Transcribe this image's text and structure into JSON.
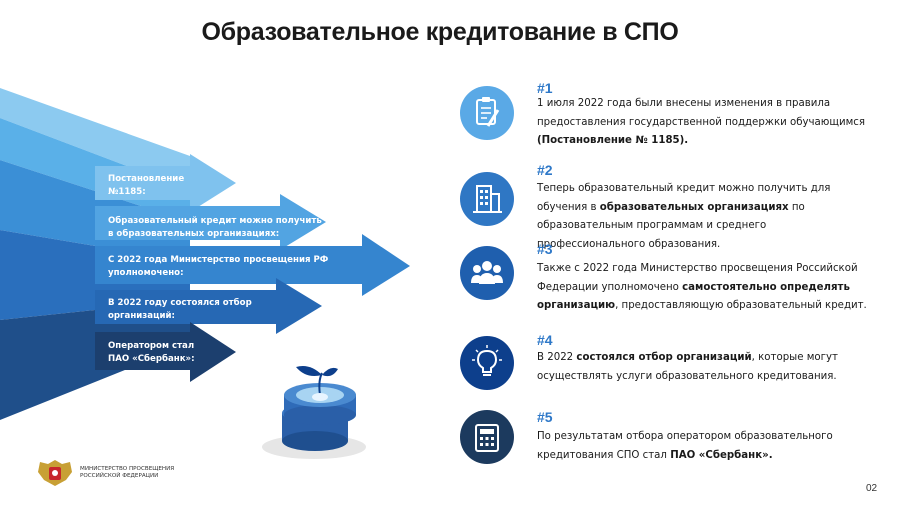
{
  "title": "Образовательное кредитование в СПО",
  "arrows": [
    {
      "label": "Постановление №1185:"
    },
    {
      "label": "Образовательный кредит можно получить в образовательных организациях:"
    },
    {
      "label": "С 2022 года Министерство просвещения РФ уполномочено:"
    },
    {
      "label": "В 2022 году состоялся отбор организаций:"
    },
    {
      "label": "Оператором стал ПАО «Сбербанк»:"
    }
  ],
  "items": [
    {
      "num": "#1",
      "icon": "document-pen-icon",
      "text": [
        {
          "t": "1 июля 2022 года были внесены изменения в правила предоставления государственной поддержки обучающимся "
        },
        {
          "b": "(Постановление № 1185)."
        }
      ]
    },
    {
      "num": "#2",
      "icon": "building-icon",
      "text": [
        {
          "t": "Теперь образовательный кредит можно получить для обучения в "
        },
        {
          "b": "образовательных организациях"
        },
        {
          "t": " по образовательным программам и среднего профессионального образования."
        }
      ]
    },
    {
      "num": "#3",
      "icon": "people-group-icon",
      "text": [
        {
          "t": "Также с 2022 года Министерство просвещения Российской Федерации уполномочено "
        },
        {
          "b": "самостоятельно определять организацию"
        },
        {
          "t": ", предоставляющую образовательный кредит."
        }
      ]
    },
    {
      "num": "#4",
      "icon": "lightbulb-icon",
      "text": [
        {
          "t": "В 2022 "
        },
        {
          "b": "состоялся отбор организаций"
        },
        {
          "t": ", которые могут осуществлять услуги образовательного кредитования."
        }
      ]
    },
    {
      "num": "#5",
      "icon": "calculator-icon",
      "text": [
        {
          "t": "По результатам отбора оператором образовательного кредитования СПО стал "
        },
        {
          "b": "ПАО «Сбербанк»."
        }
      ]
    }
  ],
  "logo_text": "МИНИСТЕРСТВО ПРОСВЕЩЕНИЯ РОССИЙСКОЙ ФЕДЕРАЦИИ",
  "page_number": "02",
  "colors": {
    "accent": "#2e78c8",
    "circle1": "#5aa9e6",
    "circle2": "#2f77c4",
    "circle3": "#1f5fae",
    "circle4": "#0d3f8c",
    "circle5": "#1c3a5e"
  }
}
